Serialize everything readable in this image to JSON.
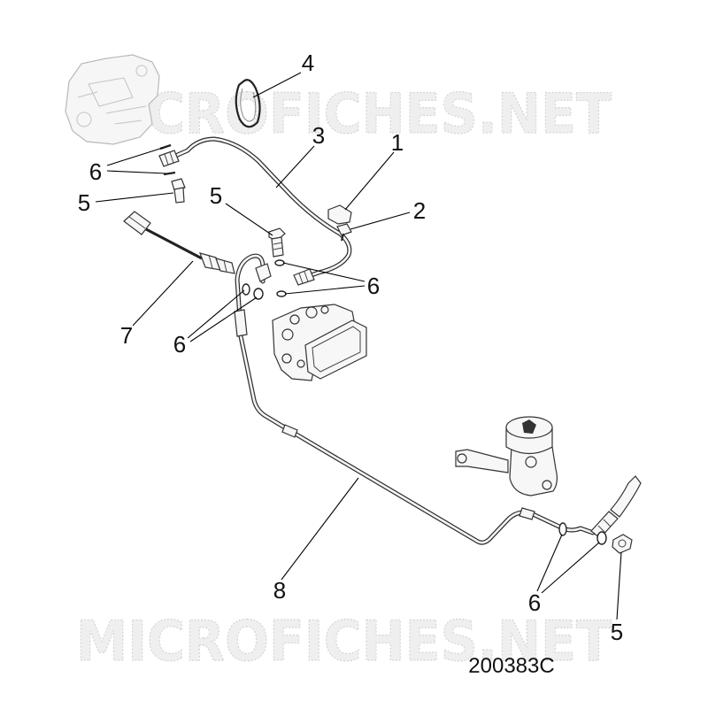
{
  "watermark": {
    "text": "MICROFICHES.NET"
  },
  "diagram_code": "200383C",
  "callouts": [
    {
      "label": "4"
    },
    {
      "label": "3"
    },
    {
      "label": "1"
    },
    {
      "label": "2"
    },
    {
      "label": "6"
    },
    {
      "label": "5"
    },
    {
      "label": "5"
    },
    {
      "label": "6"
    },
    {
      "label": "7"
    },
    {
      "label": "6"
    },
    {
      "label": "8"
    },
    {
      "label": "6"
    },
    {
      "label": "5"
    }
  ],
  "colors": {
    "line": "#2a2a2a",
    "part_fill": "#f7f7f7",
    "watermark": "#d4d4d4",
    "background": "#ffffff"
  }
}
